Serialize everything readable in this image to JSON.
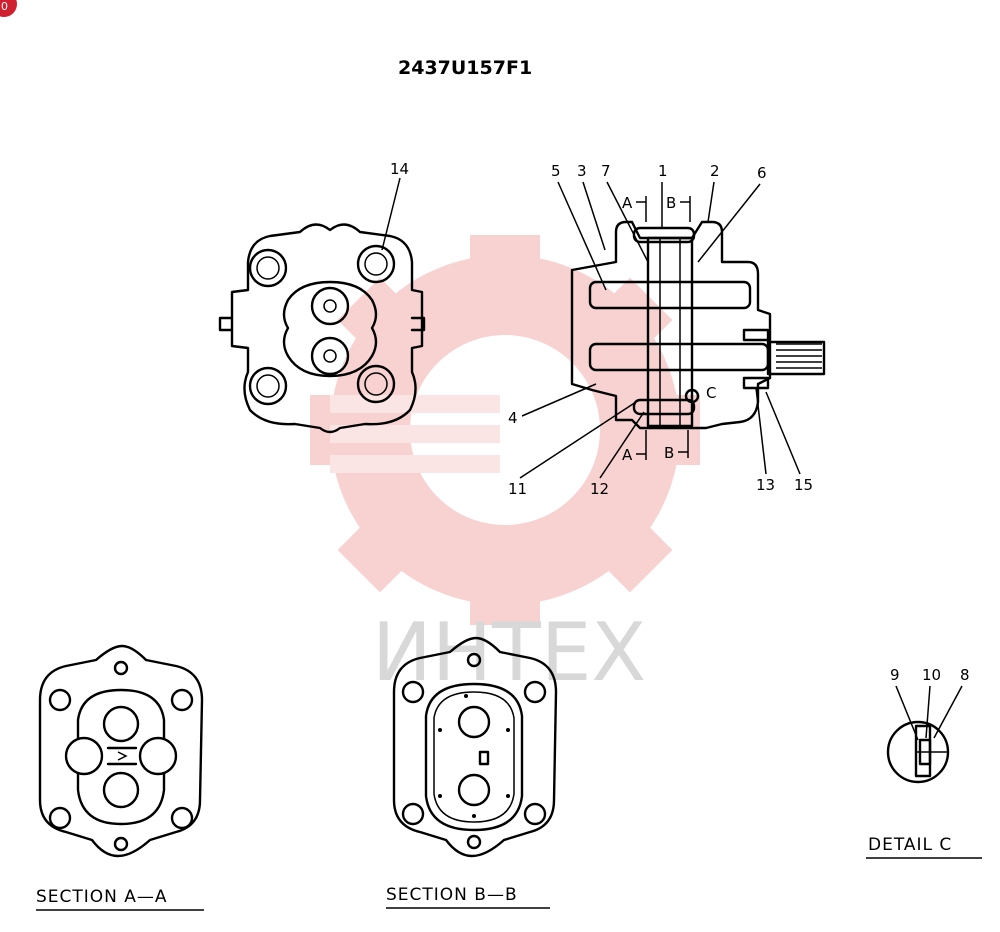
{
  "badge_text": "0",
  "drawing_number": "2437U157F1",
  "watermark_text": "ИНТЕХ",
  "callouts": {
    "n1": "1",
    "n2": "2",
    "n3": "3",
    "n4": "4",
    "n5": "5",
    "n6": "6",
    "n7": "7",
    "n8": "8",
    "n9": "9",
    "n10": "10",
    "n11": "11",
    "n12": "12",
    "n13": "13",
    "n14": "14",
    "n15": "15"
  },
  "section_marks": {
    "a": "A",
    "b": "B",
    "c": "C"
  },
  "captions": {
    "section_aa": "SECTION A—A",
    "section_bb": "SECTION B—B",
    "detail_c": "DETAIL C"
  },
  "colors": {
    "watermark": "#f5c4c4",
    "ink": "#000000",
    "badge": "#d0202f"
  }
}
